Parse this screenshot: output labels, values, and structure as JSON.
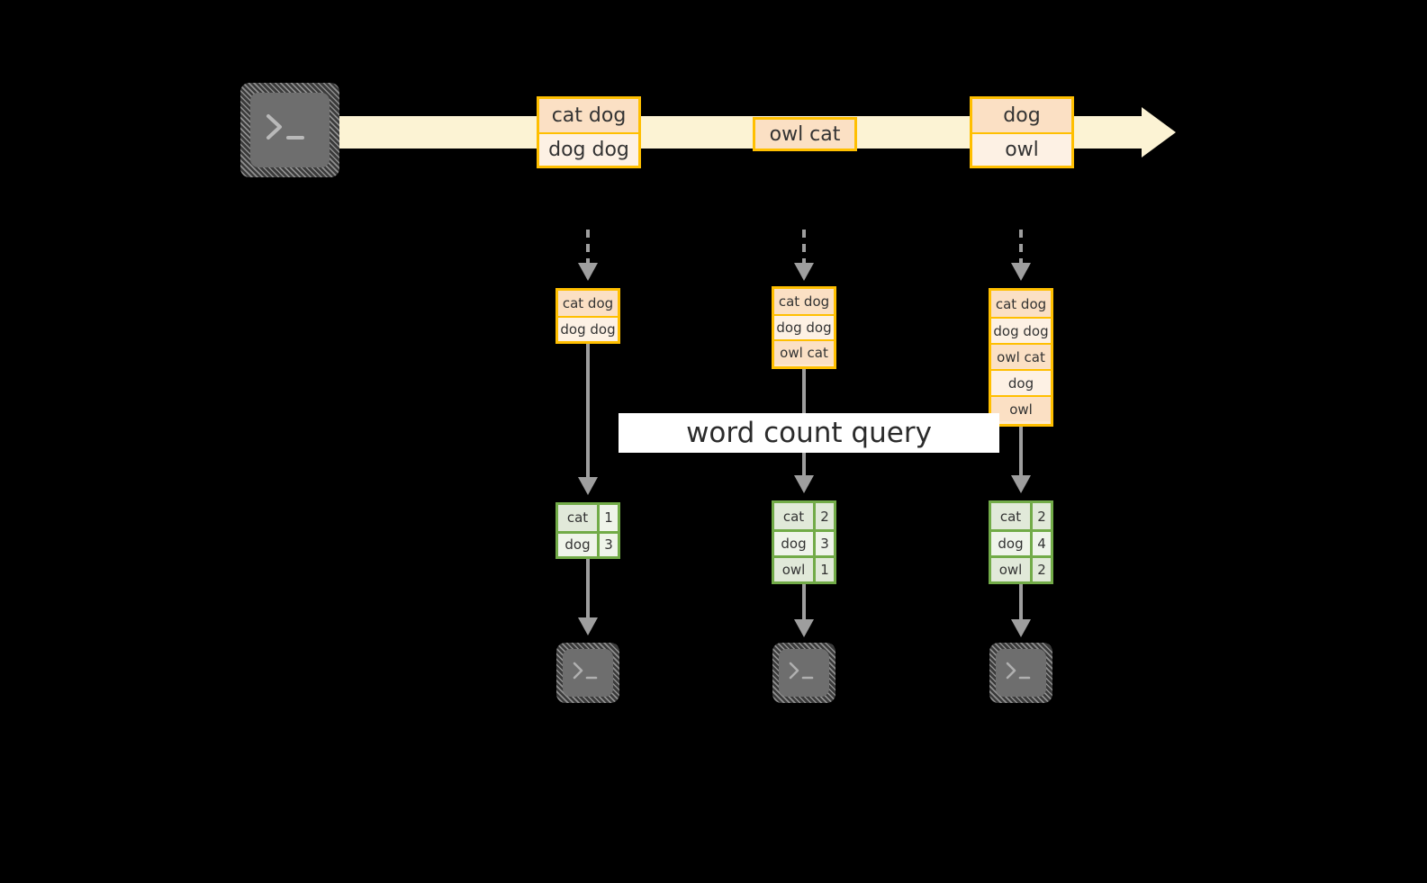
{
  "diagram": {
    "title_label": "word count query",
    "source": {
      "icon": "terminal-icon",
      "glyph_prompt": ">",
      "glyph_cursor": "_"
    },
    "stream": {
      "label": "",
      "color": "#fcf3d4",
      "messages": [
        {
          "lines": [
            "cat dog",
            "dog dog"
          ]
        },
        {
          "lines": [
            "owl cat"
          ]
        },
        {
          "lines": [
            "dog",
            "owl"
          ]
        }
      ]
    },
    "columns": [
      {
        "name": "snapshot-1",
        "stack": [
          "cat dog",
          "dog dog"
        ],
        "counts": [
          {
            "word": "cat",
            "count": "1"
          },
          {
            "word": "dog",
            "count": "3"
          }
        ],
        "sink_icon": "terminal-icon"
      },
      {
        "name": "snapshot-2",
        "stack": [
          "cat dog",
          "dog dog",
          "owl cat"
        ],
        "counts": [
          {
            "word": "cat",
            "count": "2"
          },
          {
            "word": "dog",
            "count": "3"
          },
          {
            "word": "owl",
            "count": "1"
          }
        ],
        "sink_icon": "terminal-icon"
      },
      {
        "name": "snapshot-3",
        "stack": [
          "cat dog",
          "dog dog",
          "owl cat",
          "dog",
          "owl"
        ],
        "counts": [
          {
            "word": "cat",
            "count": "2"
          },
          {
            "word": "dog",
            "count": "4"
          },
          {
            "word": "owl",
            "count": "2"
          }
        ],
        "sink_icon": "terminal-icon"
      }
    ],
    "colors": {
      "background": "#000000",
      "stream_fill": "#fcf3d4",
      "message_border": "#ffbf00",
      "message_fill_dark": "#fbe0c4",
      "message_fill_light": "#fdf1e4",
      "table_border": "#72ab48",
      "table_fill_dark": "#e1e9d9",
      "table_fill_light": "#eff4ea",
      "arrow": "#9e9e9e",
      "banner_fill": "#ffffff",
      "text": "#333333"
    }
  }
}
